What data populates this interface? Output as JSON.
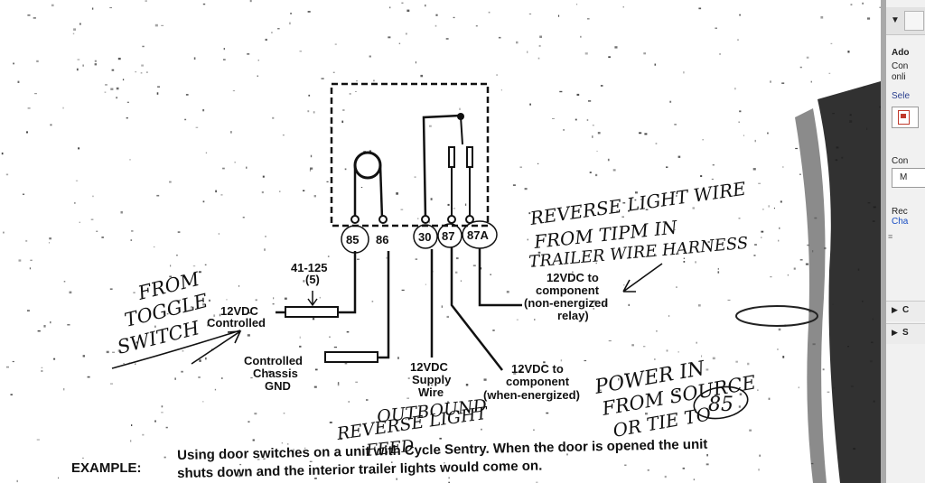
{
  "diagram": {
    "pins": [
      "85",
      "86",
      "30",
      "87",
      "87A"
    ],
    "labels": {
      "resistor_code": "41-125",
      "resistor_sub": "(5)",
      "controlled_line1": "12VDC",
      "controlled_line2": "Controlled",
      "gnd_line1": "Controlled",
      "gnd_line2": "Chassis",
      "gnd_line3": "GND",
      "supply_line1": "12VDC",
      "supply_line2": "Supply",
      "supply_line3": "Wire",
      "comp_ne_line1": "12VDC to",
      "comp_ne_line2": "component",
      "comp_ne_line3": "(non-energized",
      "comp_ne_line4": "relay)",
      "comp_e_line1": "12VDC to",
      "comp_e_line2": "component",
      "comp_e_line3": "(when-energized)"
    },
    "handwritten": {
      "from_toggle_1": "FROM",
      "from_toggle_2": "TOGGLE",
      "from_toggle_3": "SWITCH",
      "reverse_1": "REVERSE LIGHT WIRE",
      "reverse_2": "FROM TIPM IN",
      "reverse_3": "TRAILER WIRE HARNESS",
      "outbound_1": "OUTBOUND",
      "outbound_2": "REVERSE LIGHT",
      "outbound_3": "FEED",
      "power_1": "POWER IN",
      "power_2": "FROM SOURCE",
      "power_3": "OR TIE TO",
      "power_circled": "85"
    }
  },
  "example": {
    "label": "EXAMPLE:",
    "line1": "Using door switches on a unit with Cycle Sentry.  When the door is opened the unit",
    "line2": "shuts down and the interior trailer lights would come on."
  },
  "side_panel": {
    "t1": "Ado",
    "t2": "Con",
    "t3": "onli",
    "t4": "Sele",
    "t5": "Con",
    "t6": "M",
    "t7": "Rec",
    "t8": "Cha",
    "t9": "C",
    "t10": "S"
  }
}
